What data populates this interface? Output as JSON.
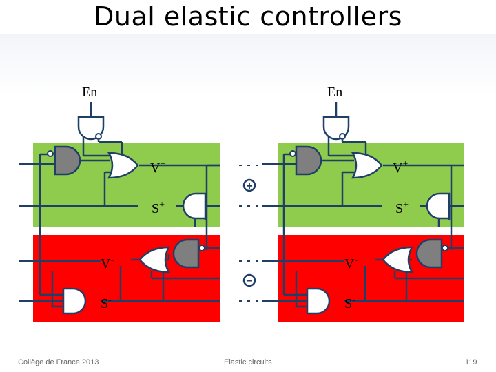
{
  "slide": {
    "title": "Dual elastic controllers",
    "footer_left": "Collège de France 2013",
    "footer_center": "Elastic circuits",
    "page_number": "119"
  },
  "diagram": {
    "left": {
      "enable": "En",
      "v_plus": "V",
      "s_plus": "S",
      "v_minus": "V",
      "s_minus": "S",
      "plus_sup": "+",
      "minus_sup": "-"
    },
    "right": {
      "enable": "En",
      "v_plus": "V",
      "s_plus": "S",
      "v_minus": "V",
      "s_minus": "S",
      "plus_sup": "+",
      "minus_sup": "-"
    },
    "plus_symbol": "+",
    "minus_symbol": "−"
  },
  "colors": {
    "positive_region": "#8fcc4e",
    "negative_region": "#ff0000",
    "wire": "#1f3f66",
    "gate_fill_dark": "#7f7f7f"
  }
}
